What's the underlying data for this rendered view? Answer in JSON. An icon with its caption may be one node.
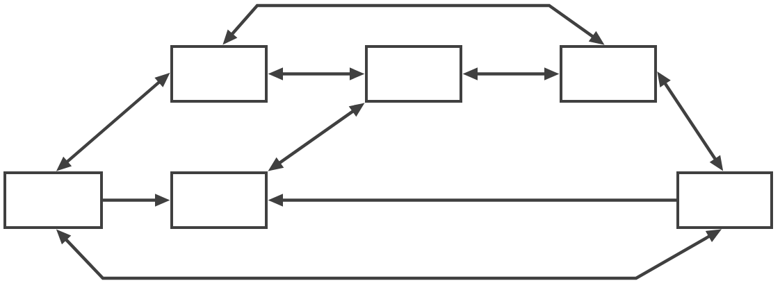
{
  "diagram": {
    "nodes": [
      {
        "text": [],
        "shape": "box"
      },
      {
        "text": [],
        "shape": "box"
      },
      {
        "text": [],
        "shape": "box"
      },
      {
        "text": [],
        "shape": "box"
      },
      {
        "text": [],
        "shape": "box"
      },
      {
        "text": [],
        "shape": "box"
      }
    ],
    "edges": [
      {
        "from": 0,
        "to": 2,
        "arrow": "both"
      },
      {
        "from": 0,
        "to": 1,
        "arrow": "both"
      },
      {
        "from": 1,
        "to": 2,
        "arrow": "both"
      },
      {
        "from": 3,
        "to": 0,
        "arrow": "both"
      },
      {
        "from": 1,
        "to": 4,
        "arrow": "both"
      },
      {
        "from": 2,
        "to": 5,
        "arrow": "both"
      },
      {
        "from": 3,
        "to": 4,
        "arrow": "to"
      },
      {
        "from": 5,
        "to": 4,
        "arrow": "to"
      },
      {
        "from": 3,
        "to": 5,
        "arrow": "both"
      }
    ]
  }
}
